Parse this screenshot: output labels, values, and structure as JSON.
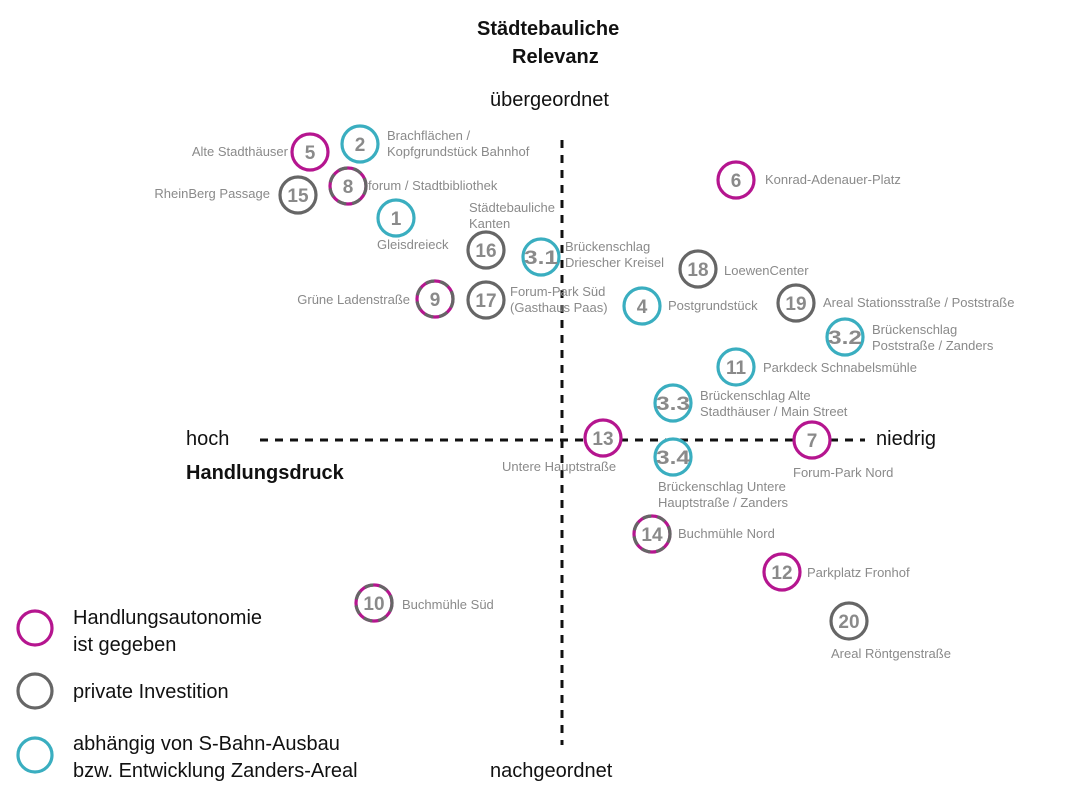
{
  "title": {
    "line1": "Städtebauliche",
    "line2": "Relevanz"
  },
  "axis": {
    "top": "übergeordnet",
    "bottom": "nachgeordnet",
    "left": "hoch",
    "right": "niedrig",
    "x_title": "Handlungsdruck"
  },
  "colors": {
    "autonomy": "#b5158f",
    "private": "#666666",
    "sbahn": "#3aaec0",
    "number": "#8a8a8a"
  },
  "legend": [
    {
      "kind": "autonomy",
      "line1": "Handlungsautonomie",
      "line2": "ist gegeben"
    },
    {
      "kind": "private",
      "line1": "private Investition",
      "line2": ""
    },
    {
      "kind": "sbahn",
      "line1": "abhängig von S-Bahn-Ausbau",
      "line2": "bzw. Entwicklung Zanders-Areal"
    }
  ],
  "items": [
    {
      "num": "5",
      "kind": "autonomy",
      "label": [
        "Alte Stadthäuser"
      ]
    },
    {
      "num": "2",
      "kind": "sbahn",
      "label": [
        "Brachflächen /",
        "Kopfgrundstück Bahnhof"
      ]
    },
    {
      "num": "15",
      "kind": "private",
      "label": [
        "RheinBerg Passage"
      ]
    },
    {
      "num": "8",
      "kind": "autonomy+private",
      "label": [
        "forum / Stadtbibliothek"
      ]
    },
    {
      "num": "1",
      "kind": "sbahn",
      "label": [
        "Gleisdreieck"
      ]
    },
    {
      "num": "16",
      "kind": "private",
      "label": [
        "Städtebauliche",
        "Kanten"
      ]
    },
    {
      "num": "3.1",
      "kind": "sbahn",
      "label": [
        "Brückenschlag",
        "Driescher Kreisel"
      ]
    },
    {
      "num": "6",
      "kind": "autonomy",
      "label": [
        "Konrad-Adenauer-Platz"
      ]
    },
    {
      "num": "18",
      "kind": "private",
      "label": [
        "LoewenCenter"
      ]
    },
    {
      "num": "9",
      "kind": "autonomy+private",
      "label": [
        "Grüne Ladenstraße"
      ]
    },
    {
      "num": "17",
      "kind": "private",
      "label": [
        "Forum-Park Süd",
        "(Gasthaus Paas)"
      ]
    },
    {
      "num": "4",
      "kind": "sbahn",
      "label": [
        "Postgrundstück"
      ]
    },
    {
      "num": "19",
      "kind": "private",
      "label": [
        "Areal Stationsstraße / Poststraße"
      ]
    },
    {
      "num": "3.2",
      "kind": "sbahn",
      "label": [
        "Brückenschlag",
        "Poststraße / Zanders"
      ]
    },
    {
      "num": "11",
      "kind": "sbahn",
      "label": [
        "Parkdeck Schnabelsmühle"
      ]
    },
    {
      "num": "3.3",
      "kind": "sbahn",
      "label": [
        "Brückenschlag Alte",
        "Stadthäuser / Main Street"
      ]
    },
    {
      "num": "13",
      "kind": "autonomy",
      "label": [
        "Untere Hauptstraße"
      ]
    },
    {
      "num": "7",
      "kind": "autonomy",
      "label": [
        "Forum-Park Nord"
      ]
    },
    {
      "num": "3.4",
      "kind": "sbahn",
      "label": [
        "Brückenschlag Untere",
        "Hauptstraße / Zanders"
      ]
    },
    {
      "num": "14",
      "kind": "autonomy+private",
      "label": [
        "Buchmühle Nord"
      ]
    },
    {
      "num": "12",
      "kind": "autonomy",
      "label": [
        "Parkplatz Fronhof"
      ]
    },
    {
      "num": "10",
      "kind": "autonomy+private",
      "label": [
        "Buchmühle Süd"
      ]
    },
    {
      "num": "20",
      "kind": "private",
      "label": [
        "Areal Röntgenstraße"
      ]
    }
  ]
}
